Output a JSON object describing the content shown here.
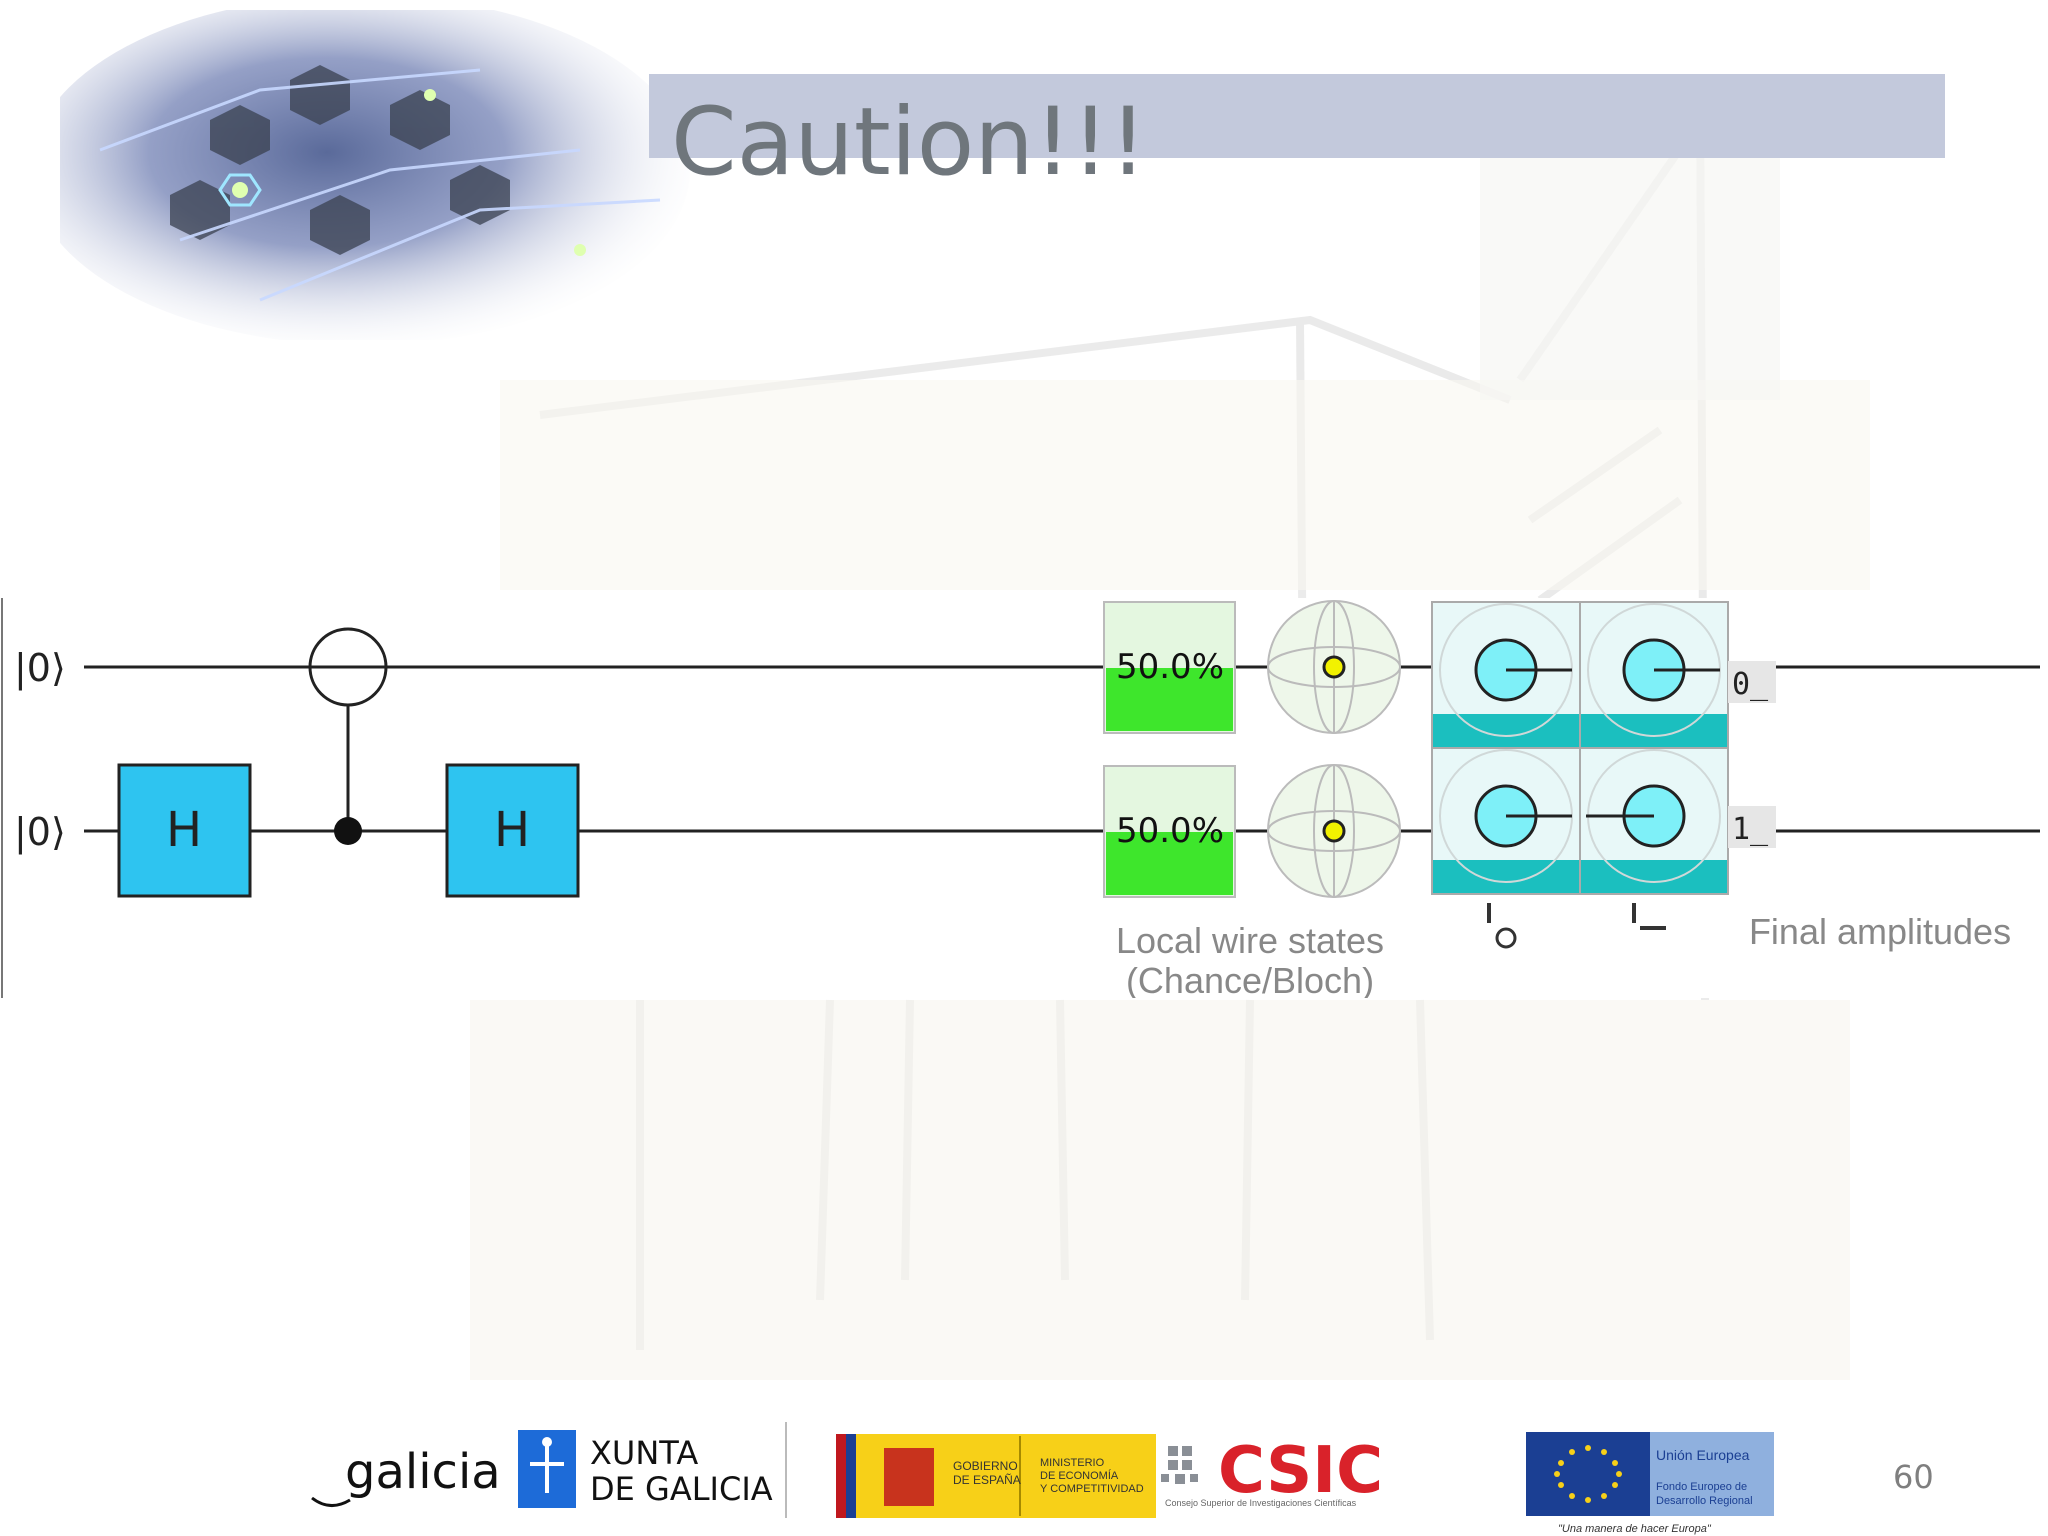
{
  "slide": {
    "title": "Caution!!!",
    "page_number": "60"
  },
  "circuit": {
    "wires": [
      {
        "input_label": "|0⟩",
        "chance": "50.0%",
        "output_label": "0_"
      },
      {
        "input_label": "|0⟩",
        "chance": "50.0%",
        "output_label": "1_"
      }
    ],
    "gate_label": "H",
    "local_states_caption_line1": "Local wire states",
    "local_states_caption_line2": "(Chance/Bloch)",
    "final_amplitudes_caption": "Final amplitudes",
    "colors": {
      "gate": "#2ec4f0",
      "chance_fill": "#3ee62c",
      "amplitude": "#7ef0f8",
      "amplitude_band": "#1bbfbf"
    }
  },
  "footer": {
    "galicia": "galicia",
    "xunta_line1": "XUNTA",
    "xunta_line2": "DE GALICIA",
    "gobierno_line1": "GOBIERNO",
    "gobierno_line2": "DE ESPAÑA",
    "ministerio_line1": "MINISTERIO",
    "ministerio_line2": "DE ECONOMÍA",
    "ministerio_line3": "Y COMPETITIVIDAD",
    "csic": "CSIC",
    "csic_sub": "Consejo Superior de Investigaciones Científicas",
    "eu_title": "Unión Europea",
    "eu_line1": "Fondo Europeo de",
    "eu_line2": "Desarrollo Regional",
    "eu_slogan": "\"Una manera de hacer Europa\""
  }
}
